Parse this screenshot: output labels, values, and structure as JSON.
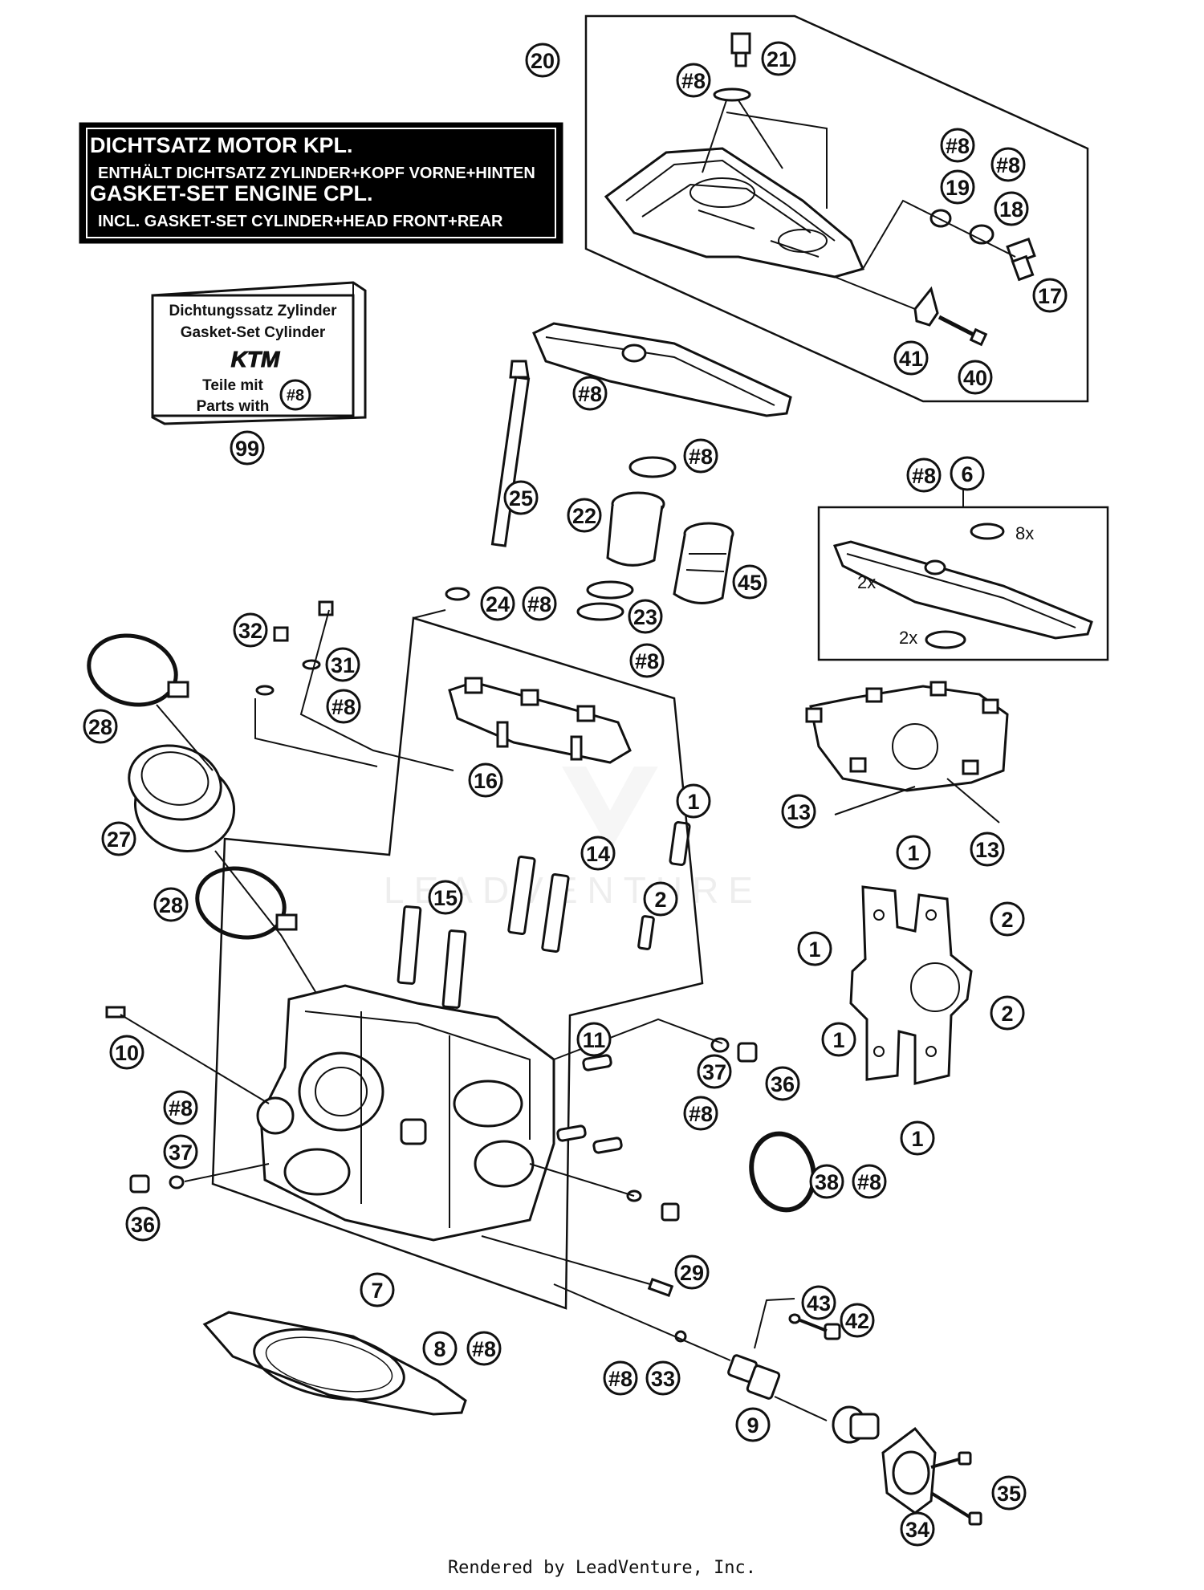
{
  "label_box": {
    "line1": "DICHTSATZ MOTOR KPL.",
    "line2": "ENTHÄLT DICHTSATZ ZYLINDER+KOPF VORNE+HINTEN",
    "line3": "GASKET-SET ENGINE CPL.",
    "line4": "INCL. GASKET-SET CYLINDER+HEAD FRONT+REAR"
  },
  "kit_card": {
    "line1": "Dichtungssatz Zylinder",
    "line2": "Gasket-Set Cylinder",
    "logo": "KTM",
    "line3": "Teile mit",
    "line4": "Parts with",
    "ref": "#8"
  },
  "quantities": {
    "q8x": "8x",
    "q2x_a": "2x",
    "q2x_b": "2x"
  },
  "watermark": "LEADVENTURE",
  "footer": "Rendered by LeadVenture, Inc.",
  "callouts": [
    {
      "id": "c20",
      "text": "20"
    },
    {
      "id": "c21",
      "text": "21"
    },
    {
      "id": "c8_a",
      "text": "#8"
    },
    {
      "id": "c8_b",
      "text": "#8"
    },
    {
      "id": "c8_c",
      "text": "#8"
    },
    {
      "id": "c19",
      "text": "19"
    },
    {
      "id": "c18",
      "text": "18"
    },
    {
      "id": "c17",
      "text": "17"
    },
    {
      "id": "c41",
      "text": "41"
    },
    {
      "id": "c40",
      "text": "40"
    },
    {
      "id": "c8_d",
      "text": "#8"
    },
    {
      "id": "c99",
      "text": "99"
    },
    {
      "id": "c8_e",
      "text": "#8"
    },
    {
      "id": "c25",
      "text": "25"
    },
    {
      "id": "c22",
      "text": "22"
    },
    {
      "id": "c45",
      "text": "45"
    },
    {
      "id": "c8_f",
      "text": "#8"
    },
    {
      "id": "c6",
      "text": "6"
    },
    {
      "id": "c24",
      "text": "24"
    },
    {
      "id": "c8_g",
      "text": "#8"
    },
    {
      "id": "c23",
      "text": "23"
    },
    {
      "id": "c8_h",
      "text": "#8"
    },
    {
      "id": "c32",
      "text": "32"
    },
    {
      "id": "c31",
      "text": "31"
    },
    {
      "id": "c8_i",
      "text": "#8"
    },
    {
      "id": "c28_a",
      "text": "28"
    },
    {
      "id": "c16",
      "text": "16"
    },
    {
      "id": "c13_a",
      "text": "13"
    },
    {
      "id": "c13_b",
      "text": "13"
    },
    {
      "id": "c27",
      "text": "27"
    },
    {
      "id": "c1_a",
      "text": "1"
    },
    {
      "id": "c14",
      "text": "14"
    },
    {
      "id": "c15",
      "text": "15"
    },
    {
      "id": "c2_a",
      "text": "2"
    },
    {
      "id": "c28_b",
      "text": "28"
    },
    {
      "id": "c1_b",
      "text": "1"
    },
    {
      "id": "c2_b",
      "text": "2"
    },
    {
      "id": "c1_c",
      "text": "1"
    },
    {
      "id": "c2_c",
      "text": "2"
    },
    {
      "id": "c1_d",
      "text": "1"
    },
    {
      "id": "c1_e",
      "text": "1"
    },
    {
      "id": "c11",
      "text": "11"
    },
    {
      "id": "c10",
      "text": "10"
    },
    {
      "id": "c37_a",
      "text": "37"
    },
    {
      "id": "c36_a",
      "text": "36"
    },
    {
      "id": "c8_j",
      "text": "#8"
    },
    {
      "id": "c8_k",
      "text": "#8"
    },
    {
      "id": "c37_b",
      "text": "37"
    },
    {
      "id": "c38",
      "text": "38"
    },
    {
      "id": "c8_l",
      "text": "#8"
    },
    {
      "id": "c36_b",
      "text": "36"
    },
    {
      "id": "c29",
      "text": "29"
    },
    {
      "id": "c7",
      "text": "7"
    },
    {
      "id": "c43",
      "text": "43"
    },
    {
      "id": "c42",
      "text": "42"
    },
    {
      "id": "c8",
      "text": "8"
    },
    {
      "id": "c8_m",
      "text": "#8"
    },
    {
      "id": "c8_n",
      "text": "#8"
    },
    {
      "id": "c33",
      "text": "33"
    },
    {
      "id": "c9",
      "text": "9"
    },
    {
      "id": "c35",
      "text": "35"
    },
    {
      "id": "c34",
      "text": "34"
    }
  ]
}
